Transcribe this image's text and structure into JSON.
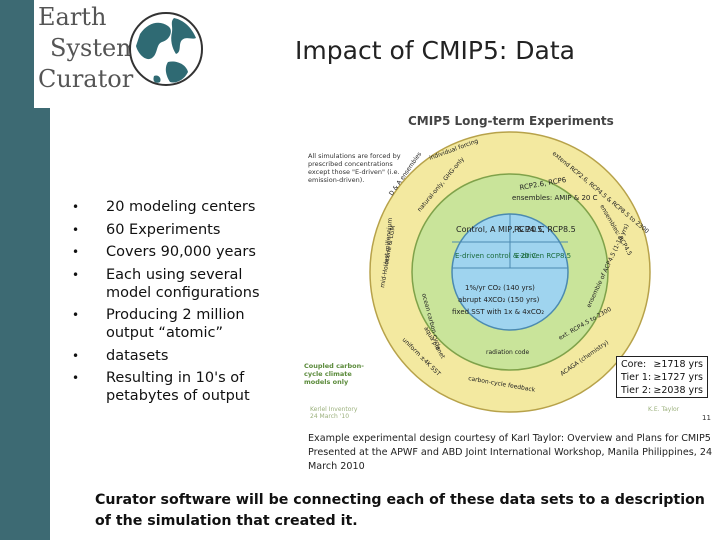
{
  "logo": {
    "lines": [
      "Earth",
      "System",
      "Curator"
    ]
  },
  "slide": {
    "title": "Impact of CMIP5: Data"
  },
  "bullets": [
    "20 modeling centers",
    "60 Experiments",
    "Covers 90,000 years",
    "Each using several model configurations",
    "Producing 2 million output “atomic”",
    " datasets",
    "Resulting in 10's of petabytes of output"
  ],
  "figure": {
    "title": "CMIP5 Long-term Experiments",
    "note": "All simulations are forced by prescribed concentrations except those \"E-driven\" (i.e. emission-driven).",
    "coupled_note": "Coupled carbon-cycle climate models only",
    "core": {
      "ensembles": "ensembles: AMIP & 20 C",
      "control": "Control, A MIP, & 20 C",
      "rcp45": "RCP4.5, RCP8.5",
      "edriven_control": "E-driven control & 20 C",
      "edriven_rcp": "E-driven RCP8.5"
    },
    "tier1_inner": [
      "1%/yr CO₂ (140 yrs)",
      "abrupt 4XCO₂ (150 yrs)",
      "fixed SST with 1x & 4xCO₂"
    ],
    "ring_labels": [
      "RCP2.6, RCP6",
      "natural-only, GHG-only",
      "D & A ensembles",
      "individual forcing",
      "extend RCP2.6, RCP4.5 & RCP8.5 to 2300",
      "ensembles: RCP4.5",
      "mid-Holocene & LGM",
      "last millennium",
      "paleo",
      "ocean carbon cycle",
      "aqua planet",
      "uniform ±4K SST",
      "carbon cycle",
      "radiation code",
      "carbon-cycle feedback",
      "ext. RCP4.5 to 2300",
      "ensemble of ACP4.5 (1-10 yrs)",
      "ACAGA (chemistry)"
    ],
    "legend": [
      {
        "label": "Core:",
        "value": "≥1718 yrs"
      },
      {
        "label": "Tier 1:",
        "value": "≥1727 yrs"
      },
      {
        "label": "Tier 2:",
        "value": "≥2038 yrs"
      }
    ],
    "foot_left": "Kerlel Inventory\n24 March '10",
    "foot_right": "K.E. Taylor",
    "page_number": "11"
  },
  "caption": "Example experimental design courtesy of Karl Taylor:  Overview and Plans for CMIP5  Presented at the APWF and ABD Joint International Workshop, Manila Philippines, 24 March 2010",
  "footer": "Curator software will be connecting each of these data sets to a description of the simulation that created it.",
  "colors": {
    "band": "#3d6a73",
    "outer_ring": "#f3e9a0",
    "middle_ring": "#c9e49a",
    "core": "#9fd4ef"
  }
}
